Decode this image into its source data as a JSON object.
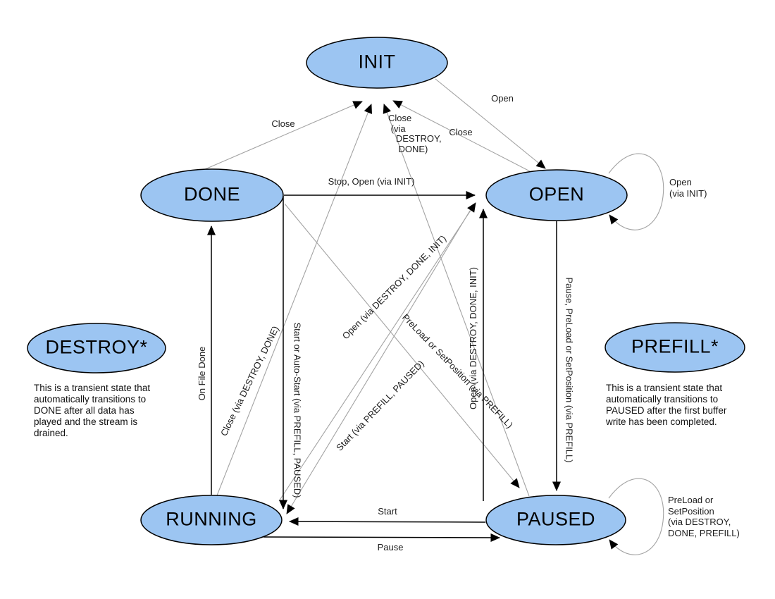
{
  "colors": {
    "node_fill": "#9CC5F2",
    "node_stroke": "#000000",
    "edge_gray": "#a3a3a3",
    "edge_black": "#000000",
    "background": "#ffffff"
  },
  "nodes": {
    "init": {
      "label": "INIT"
    },
    "done": {
      "label": "DONE"
    },
    "open": {
      "label": "OPEN"
    },
    "destroy": {
      "label": "DESTROY*"
    },
    "prefill": {
      "label": "PREFILL*"
    },
    "running": {
      "label": "RUNNING"
    },
    "paused": {
      "label": "PAUSED"
    }
  },
  "edges": {
    "done_to_init": {
      "label": "Close"
    },
    "paused_to_init": {
      "label": "Close\n (via\n   DESTROY,\n    DONE)"
    },
    "open_to_init": {
      "label": "Close"
    },
    "init_to_open": {
      "label": "Open"
    },
    "done_to_open": {
      "label": "Stop, Open (via INIT)"
    },
    "open_self": {
      "label": "Open\n(via INIT)"
    },
    "running_to_done": {
      "label": "On File Done"
    },
    "done_to_running": {
      "label": "Start or Auto-Start (via PREFILL, PAUSED)"
    },
    "running_to_init": {
      "label": "Close (via DESTROY, DONE)"
    },
    "running_to_open": {
      "label": "Open (via DESTROY, DONE, INIT)"
    },
    "open_to_running": {
      "label": "Start (via PREFILL, PAUSED)"
    },
    "done_to_paused": {
      "label": "PreLoad or SetPosition (via PREFILL)"
    },
    "paused_to_open": {
      "label": "Open (via DESTROY, DONE, INIT)"
    },
    "open_to_paused": {
      "label": "Pause, PreLoad or SetPosition (via PREFILL)"
    },
    "paused_to_running": {
      "label": "Start"
    },
    "running_to_paused": {
      "label": "Pause"
    },
    "paused_self": {
      "label": "PreLoad or\nSetPosition\n(via DESTROY,\nDONE, PREFILL)"
    }
  },
  "notes": {
    "destroy": "This is a transient state that\nautomatically transitions to\nDONE after all data has\nplayed and the stream is\ndrained.",
    "prefill": "This is a transient state that\nautomatically transitions to\nPAUSED after the first buffer\nwrite has been completed."
  }
}
